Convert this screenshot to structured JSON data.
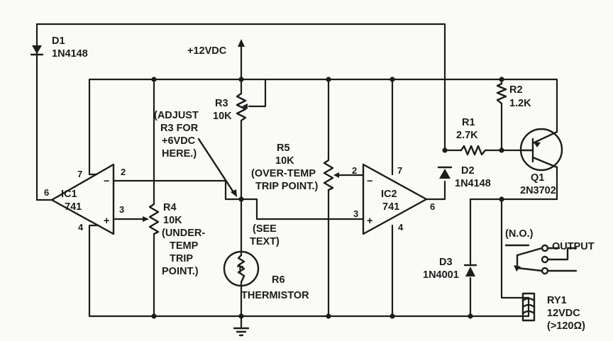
{
  "supply": {
    "label": "+12VDC"
  },
  "d1": {
    "ref": "D1",
    "part": "1N4148"
  },
  "d2": {
    "ref": "D2",
    "part": "1N4148"
  },
  "d3": {
    "ref": "D3",
    "part": "1N4001"
  },
  "r1": {
    "ref": "R1",
    "value": "2.7K"
  },
  "r2": {
    "ref": "R2",
    "value": "1.2K"
  },
  "r3": {
    "ref": "R3",
    "value": "10K"
  },
  "r4": {
    "ref": "R4",
    "value": "10K",
    "note": [
      "(UNDER-",
      "TEMP",
      "TRIP",
      "POINT.)"
    ]
  },
  "r5": {
    "ref": "R5",
    "value": "10K",
    "note": [
      "(OVER-TEMP",
      "TRIP POINT.)"
    ]
  },
  "r6": {
    "ref": "R6",
    "part": "THERMISTOR",
    "symbol": "T"
  },
  "q1": {
    "ref": "Q1",
    "part": "2N3702"
  },
  "ic1": {
    "ref": "IC1",
    "part": "741",
    "pins": {
      "in_minus": "2",
      "in_plus": "3",
      "vplus": "7",
      "vminus": "4",
      "out": "6"
    },
    "signs": {
      "minus": "−",
      "plus": "+"
    }
  },
  "ic2": {
    "ref": "IC2",
    "part": "741",
    "pins": {
      "in_minus": "2",
      "in_plus": "3",
      "vplus": "7",
      "vminus": "4",
      "out": "6"
    },
    "signs": {
      "minus": "−",
      "plus": "+"
    }
  },
  "adjust_note": [
    "(ADJUST",
    "R3 FOR",
    "+6VDC",
    "HERE.)"
  ],
  "see_text_note": [
    "(SEE",
    "TEXT)"
  ],
  "relay": {
    "ref": "RY1",
    "rating": "12VDC",
    "coil": "(>120Ω)",
    "contact_label": "(N.O.)",
    "output_label": "OUTPUT"
  }
}
